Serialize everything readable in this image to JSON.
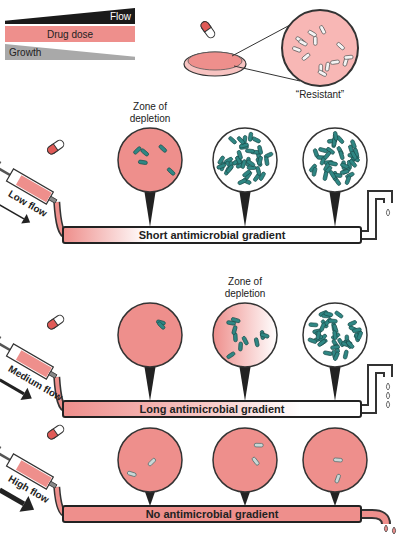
{
  "diagram": {
    "nodes": [
      {
        "text": [
          "Flow"
        ]
      },
      {
        "text": [
          "Drug dose"
        ]
      },
      {
        "text": [
          "Growth"
        ]
      },
      {
        "text": [
          "Short antimicrobial gradient"
        ]
      },
      {
        "text": [
          "Long antimicrobial gradient"
        ]
      },
      {
        "text": [
          "No antimicrobial gradient"
        ]
      }
    ],
    "labels": [
      "“Resistant”",
      "Zone of depletion",
      "Low flow",
      "Zone of depletion",
      "Medium flow",
      "High flow"
    ]
  }
}
